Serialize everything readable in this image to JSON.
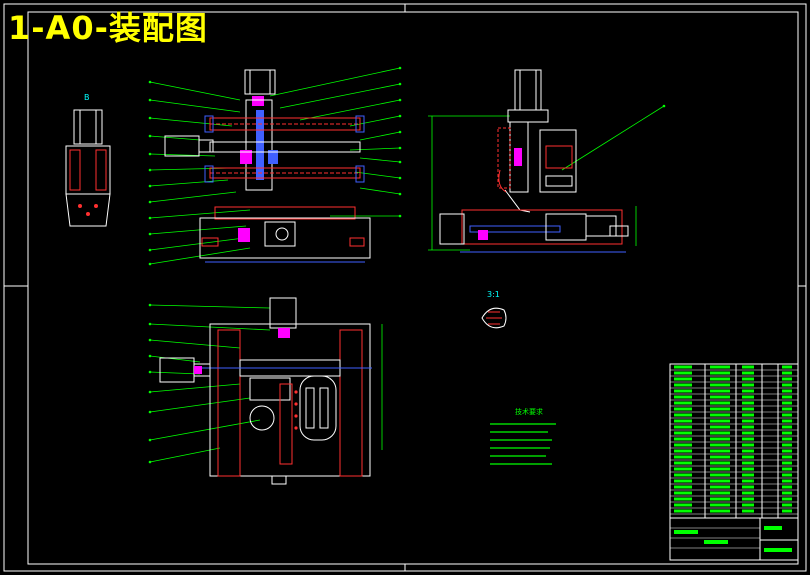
{
  "drawing": {
    "title": "1-A0-装配图",
    "view_labels": {
      "detail_b": "B",
      "detail_scale": "3:1"
    },
    "notes_heading": "技术要求",
    "colors": {
      "background": "#000000",
      "outline": "#ffffff",
      "leader": "#00ff00",
      "hidden": "#ff3030",
      "accent_magenta": "#ff00ff",
      "accent_blue": "#4060ff",
      "accent_cyan": "#00ffff",
      "title_yellow": "#ffff00"
    }
  }
}
